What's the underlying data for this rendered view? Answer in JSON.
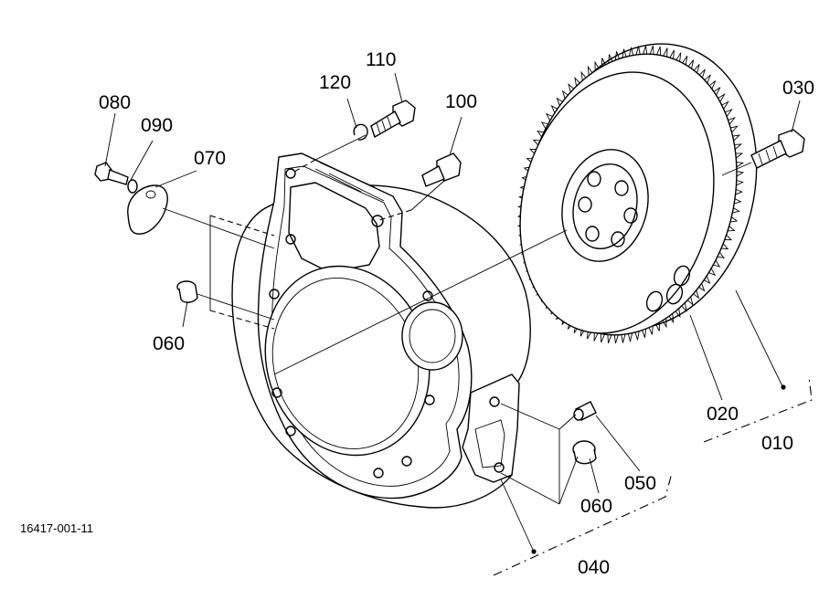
{
  "diagram_code": "16417-001-11",
  "labels": {
    "p080": "080",
    "p090": "090",
    "p070": "070",
    "p120": "120",
    "p110": "110",
    "p100": "100",
    "p030": "030",
    "p060a": "060",
    "p020": "020",
    "p010": "010",
    "p050": "050",
    "p060b": "060",
    "p040": "040"
  },
  "flywheel": {
    "teeth": 96
  }
}
